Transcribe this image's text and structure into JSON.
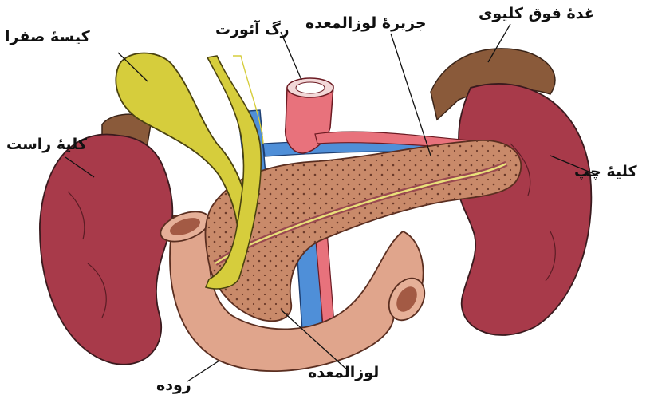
{
  "labels": {
    "gallbladder": "کیسهٔ صفرا",
    "pancreatic_islet": "جزیرهٔ لوزالمعده",
    "aorta": "رگ آئورت",
    "adrenal_gland": "غدهٔ فوق کلیوی",
    "right_kidney": "کلیهٔ راست",
    "left_kidney": "کلیهٔ چپ",
    "pancreas": "لوزالمعده",
    "intestine": "روده"
  },
  "colors": {
    "kidney": "#a83a4a",
    "adrenal": "#8a5a3a",
    "gallbladder": "#d6cd3c",
    "pancreas": "#c98a6a",
    "intestine": "#e0a58c",
    "artery": "#e8727c",
    "vein": "#4f8fd8",
    "duct": "#e9e07a"
  }
}
